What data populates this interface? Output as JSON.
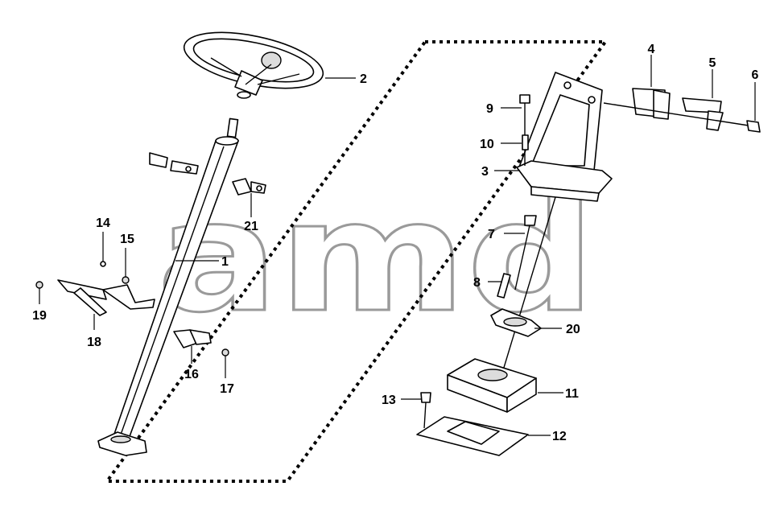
{
  "watermark": "amd",
  "callouts": [
    {
      "id": "1",
      "text": "1"
    },
    {
      "id": "2",
      "text": "2"
    },
    {
      "id": "3",
      "text": "3"
    },
    {
      "id": "4",
      "text": "4"
    },
    {
      "id": "5",
      "text": "5"
    },
    {
      "id": "6",
      "text": "6"
    },
    {
      "id": "7",
      "text": "7"
    },
    {
      "id": "8",
      "text": "8"
    },
    {
      "id": "9",
      "text": "9"
    },
    {
      "id": "10",
      "text": "10"
    },
    {
      "id": "11",
      "text": "11"
    },
    {
      "id": "12",
      "text": "12"
    },
    {
      "id": "13",
      "text": "13"
    },
    {
      "id": "14",
      "text": "14"
    },
    {
      "id": "15",
      "text": "15"
    },
    {
      "id": "16",
      "text": "16"
    },
    {
      "id": "17",
      "text": "17"
    },
    {
      "id": "18",
      "text": "18"
    },
    {
      "id": "19",
      "text": "19"
    },
    {
      "id": "20",
      "text": "20"
    },
    {
      "id": "21",
      "text": "21"
    }
  ]
}
